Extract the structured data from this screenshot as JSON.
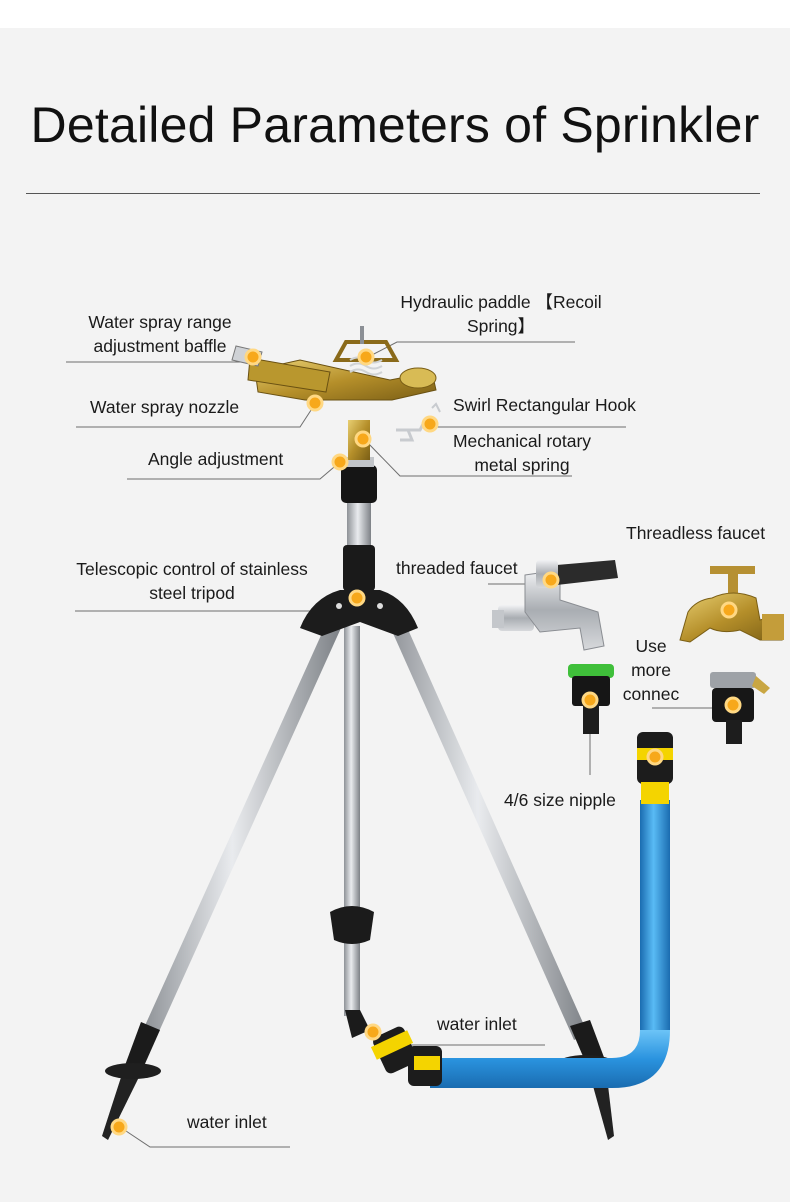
{
  "title": "Detailed Parameters of Sprinkler",
  "labels": {
    "hydraulic_paddle_1": "Hydraulic paddle 【Recoil",
    "hydraulic_paddle_2": "Spring】",
    "spray_range_1": "Water spray range",
    "spray_range_2": "adjustment baffle",
    "spray_nozzle": "Water spray nozzle",
    "swirl_hook": "Swirl Rectangular Hook",
    "mech_spring_1": "Mechanical rotary",
    "mech_spring_2": "metal spring",
    "angle_adjustment": "Angle adjustment",
    "telescopic_1": "Telescopic control of stainless",
    "telescopic_2": "steel tripod",
    "threaded_faucet": "threaded faucet",
    "threadless_faucet": "Threadless faucet",
    "use_more_1": "Use",
    "use_more_2": "more",
    "use_more_3": "connec",
    "nipple": "4/6 size nipple",
    "water_inlet_hose": "water inlet",
    "water_inlet_leg": "water inlet"
  },
  "colors": {
    "marker": "#f7a81b",
    "brass": "#c9a43a",
    "steel": "#b9bcc0",
    "hose": "#2f9ee8",
    "connector_yellow": "#f4d400",
    "black_plastic": "#1b1b1b"
  }
}
